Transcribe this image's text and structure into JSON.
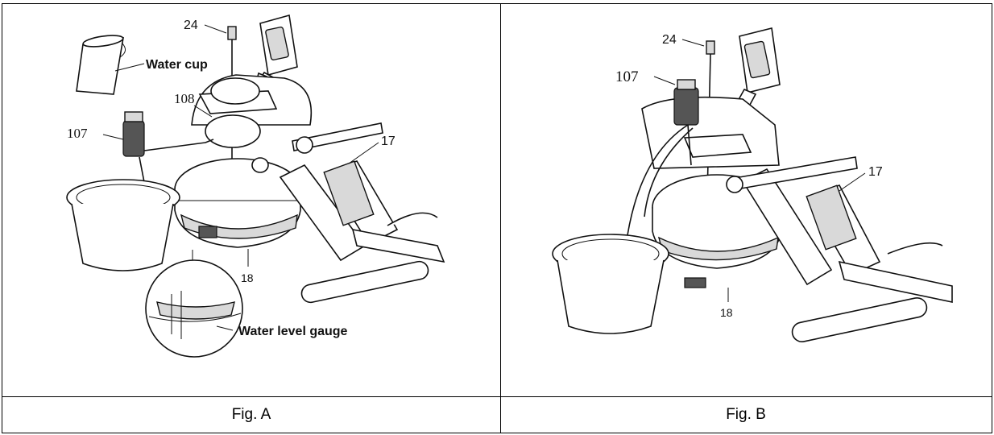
{
  "figure_a": {
    "caption": "Fig. A",
    "labels": {
      "part_24": "24",
      "water_cup": "Water cup",
      "part_108": "108",
      "part_107": "107",
      "part_17": "17",
      "part_18": "18",
      "water_level_gauge": "Water level gauge"
    }
  },
  "figure_b": {
    "caption": "Fig. B",
    "labels": {
      "part_24": "24",
      "part_107": "107",
      "part_17": "17",
      "part_18": "18"
    }
  }
}
